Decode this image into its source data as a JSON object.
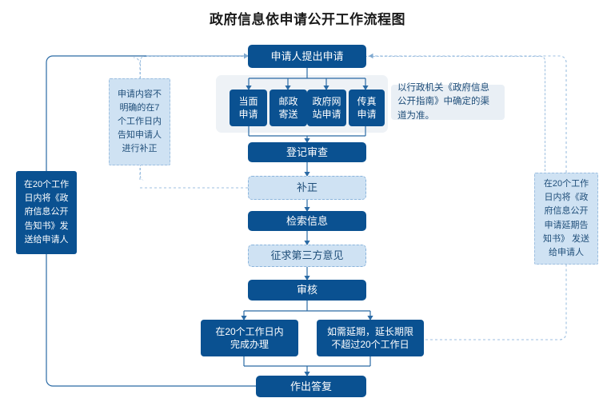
{
  "title": "政府信息依申请公开工作流程图",
  "colors": {
    "dark_blue": "#0a5191",
    "light_blue": "#cfe2f3",
    "panel_gray": "#eef2f6",
    "line_blue": "#7fa9d0",
    "text_blue": "#1f4e79"
  },
  "flow": {
    "start": "申请人提出申请",
    "channels": [
      {
        "label": "当面\n申请",
        "line1": "当面",
        "line2": "申请"
      },
      {
        "label": "邮政\n寄送",
        "line1": "邮政",
        "line2": "寄送"
      },
      {
        "label": "政府网\n站申请",
        "line1": "政府网",
        "line2": "站申请"
      },
      {
        "label": "传真\n申请",
        "line1": "传真",
        "line2": "申请"
      }
    ],
    "channel_note": "以行政机关《政府信息公开指南》中确定的渠道为准。",
    "steps": [
      {
        "label": "登记审查",
        "style": "dark"
      },
      {
        "label": "补正",
        "style": "light"
      },
      {
        "label": "检索信息",
        "style": "dark"
      },
      {
        "label": "征求第三方意见",
        "style": "light"
      },
      {
        "label": "审核",
        "style": "dark"
      }
    ],
    "branches": [
      {
        "line1": "在20个工作日内",
        "line2": "完成办理"
      },
      {
        "line1": "如需延期，延长期限",
        "line2": "不超过20个工作日"
      }
    ],
    "end": "作出答复"
  },
  "notes": {
    "left_correction": "申请内容不明确的在7个工作日内告知申请人进行补正",
    "left_outcome": "在20个工作日内将《政府信息公开告知书》发送给申请人",
    "right_outcome": "在20个工作日内将《政府信息公开申请延期告知书》 发送给申请人"
  }
}
